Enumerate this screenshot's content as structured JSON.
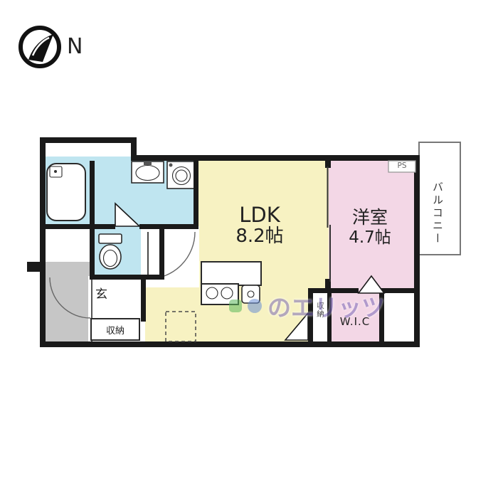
{
  "compass": {
    "label": "N"
  },
  "labels": {
    "ldk_name": "LDK",
    "ldk_size": "8.2帖",
    "bedroom_name": "洋室",
    "bedroom_size": "4.7帖",
    "balcony": "バルコニー",
    "wic": "W.I.C",
    "genkan": "玄",
    "storage_genkan": "収納",
    "storage_wic": "収納",
    "ps": "PS"
  },
  "watermark": {
    "text": "のエリッツ"
  },
  "colors": {
    "wall": "#1a1a1a",
    "ldk": "#f7f2c2",
    "bedroom": "#f3d7e6",
    "wet_area": "#bfe5f0",
    "entrance": "#c6c6c6",
    "watermark": "#7c6ab8"
  }
}
